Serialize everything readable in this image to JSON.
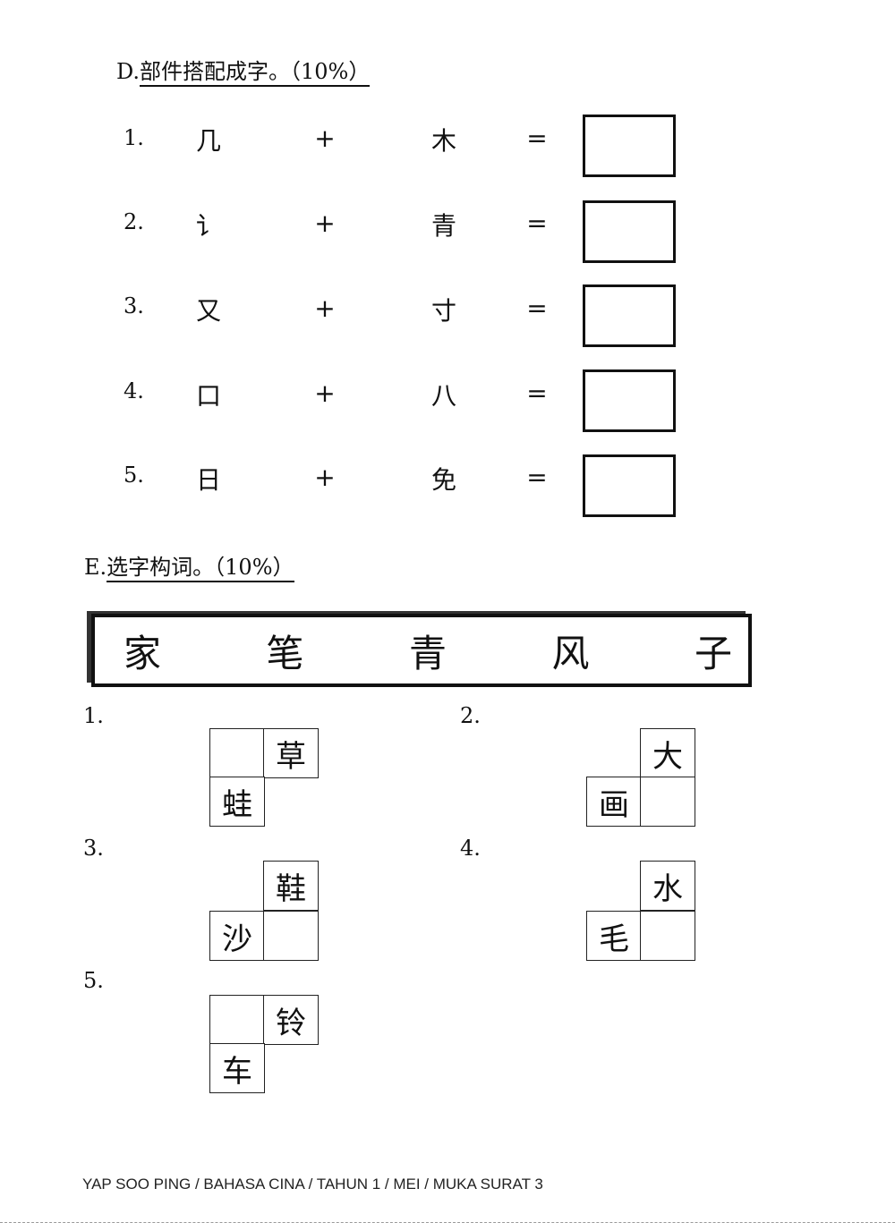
{
  "section_d": {
    "letter": "D.",
    "title": "部件搭配成字。（10%）",
    "rows": [
      {
        "num": "1.",
        "left": "几",
        "plus": "+",
        "right": "木",
        "eq": "="
      },
      {
        "num": "2.",
        "left": "讠",
        "plus": "+",
        "right": "青",
        "eq": "="
      },
      {
        "num": "3.",
        "left": "又",
        "plus": "+",
        "right": "寸",
        "eq": "="
      },
      {
        "num": "4.",
        "left": "口",
        "plus": "+",
        "right": "八",
        "eq": "="
      },
      {
        "num": "5.",
        "left": "日",
        "plus": "+",
        "right": "免",
        "eq": "="
      }
    ]
  },
  "section_e": {
    "letter": "E.",
    "title": "选字构词。（10%）",
    "word_bank": [
      "家",
      "笔",
      "青",
      "风",
      "子"
    ],
    "puzzles": [
      {
        "num": "1.",
        "top": "草",
        "bottom": "蛙"
      },
      {
        "num": "2.",
        "top": "大",
        "bottom": "画"
      },
      {
        "num": "3.",
        "top": "鞋",
        "bottom": "沙"
      },
      {
        "num": "4.",
        "top": "水",
        "bottom": "毛"
      },
      {
        "num": "5.",
        "top": "铃",
        "bottom": "车"
      }
    ]
  },
  "footer": "YAP SOO PING / BAHASA CINA / TAHUN 1 / MEI / MUKA SURAT 3"
}
